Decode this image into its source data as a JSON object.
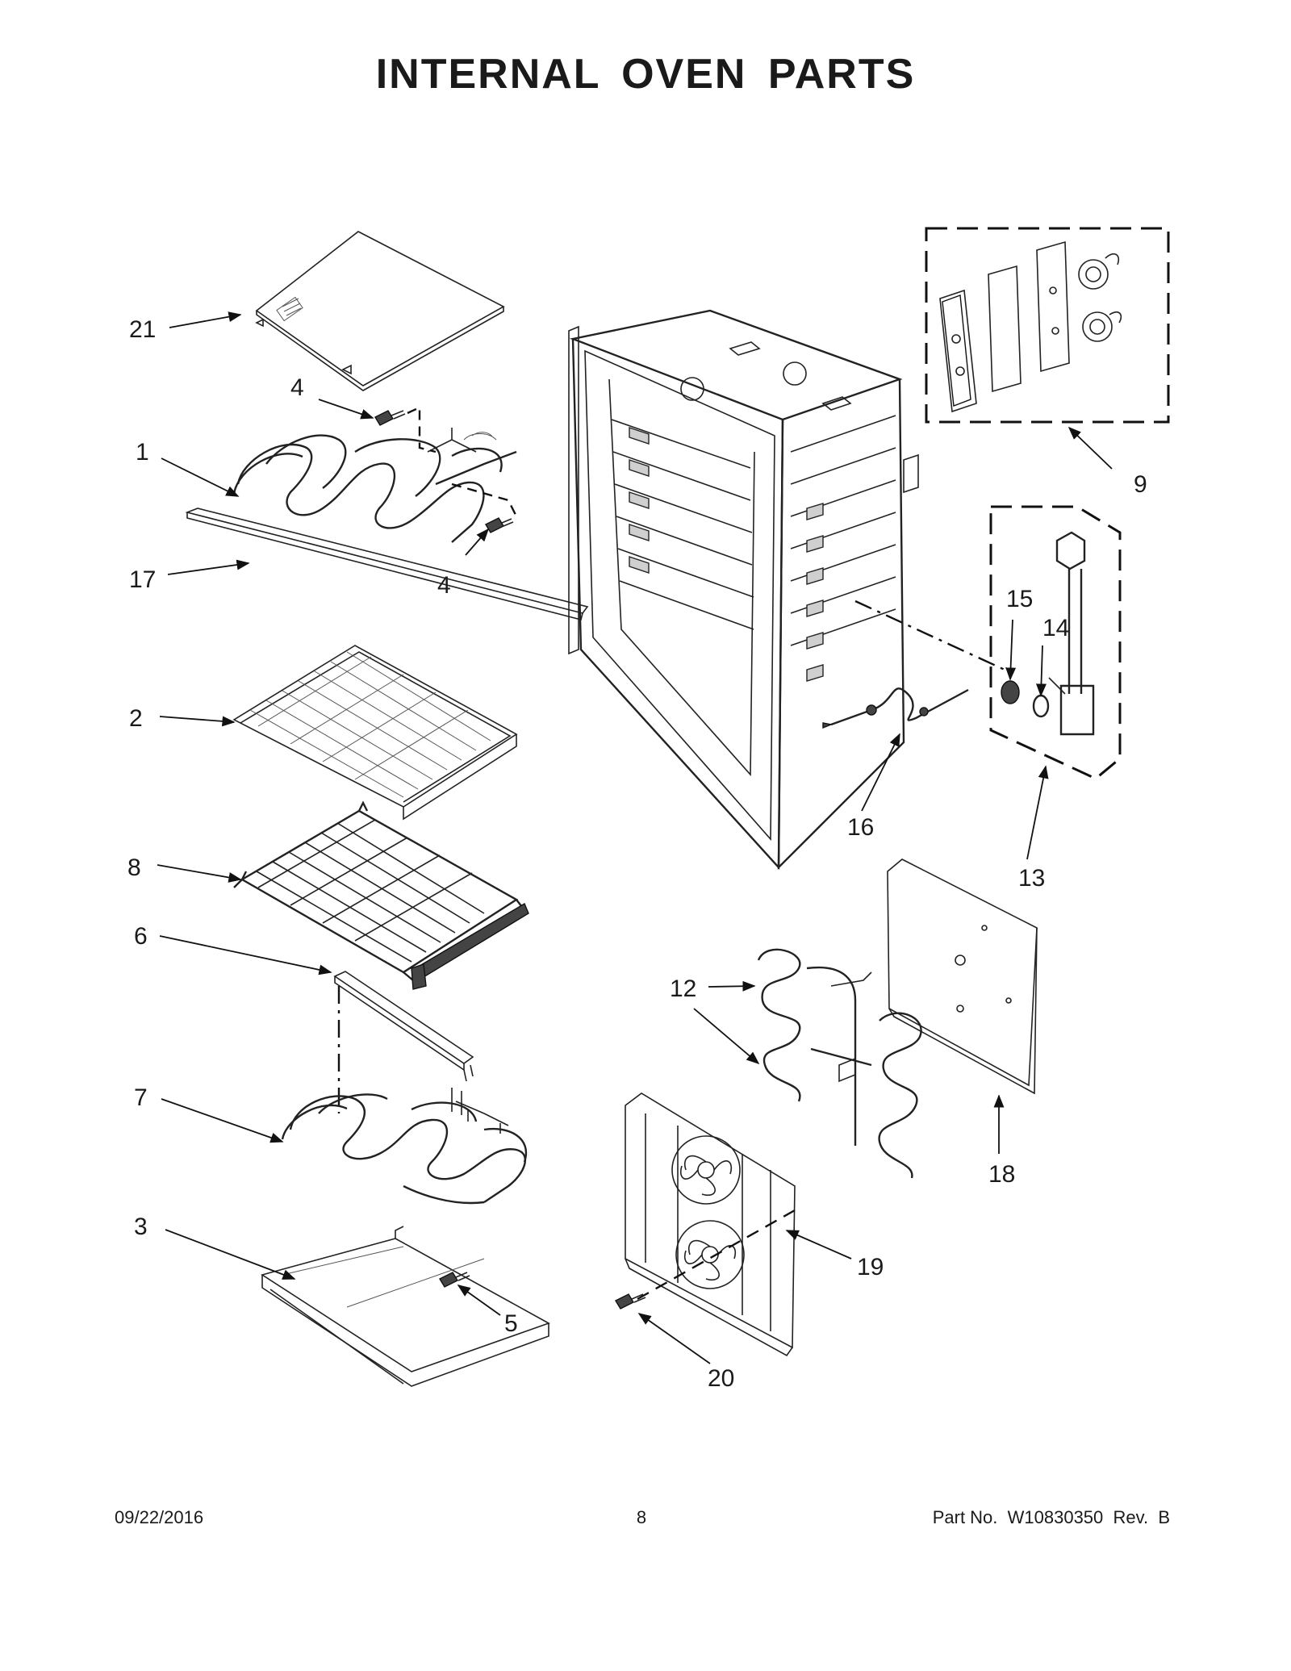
{
  "title": "INTERNAL OVEN PARTS",
  "callouts": [
    {
      "id": "1",
      "label": "1"
    },
    {
      "id": "2",
      "label": "2"
    },
    {
      "id": "3",
      "label": "3"
    },
    {
      "id": "4a",
      "label": "4"
    },
    {
      "id": "4b",
      "label": "4"
    },
    {
      "id": "5",
      "label": "5"
    },
    {
      "id": "6",
      "label": "6"
    },
    {
      "id": "7",
      "label": "7"
    },
    {
      "id": "8",
      "label": "8"
    },
    {
      "id": "9",
      "label": "9"
    },
    {
      "id": "12",
      "label": "12"
    },
    {
      "id": "13",
      "label": "13"
    },
    {
      "id": "14",
      "label": "14"
    },
    {
      "id": "15",
      "label": "15"
    },
    {
      "id": "16",
      "label": "16"
    },
    {
      "id": "17",
      "label": "17"
    },
    {
      "id": "18",
      "label": "18"
    },
    {
      "id": "19",
      "label": "19"
    },
    {
      "id": "20",
      "label": "20"
    },
    {
      "id": "21",
      "label": "21"
    }
  ],
  "footer": {
    "date": "09/22/2016",
    "page": "8",
    "part_number": "Part No.  W10830350  Rev.  B"
  }
}
